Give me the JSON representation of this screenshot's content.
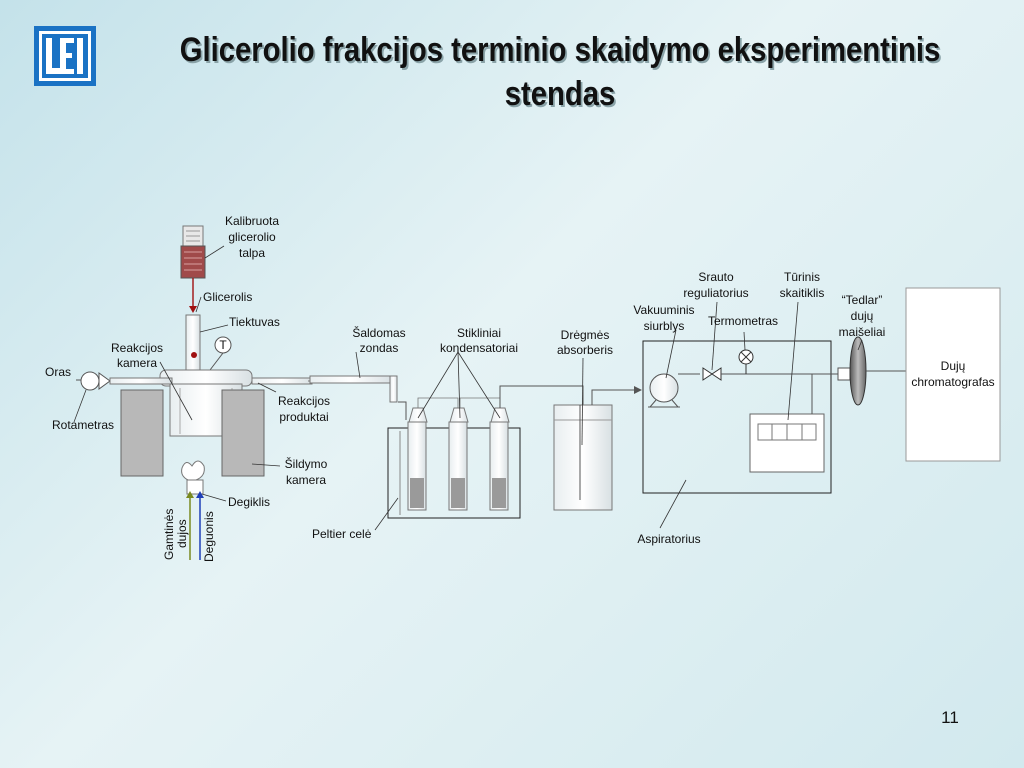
{
  "slide": {
    "title_line1": "Glicerolio frakcijos terminio skaidymo eksperimentinis",
    "title_line2": "stendas",
    "page_number": "11",
    "logo_text": "LEI"
  },
  "labels": {
    "kalibruota_1": "Kalibruota",
    "kalibruota_2": "glicerolio",
    "kalibruota_3": "talpa",
    "glicerolis": "Glicerolis",
    "tiektuvas": "Tiektuvas",
    "reakcijos_kamera_1": "Reakcijos",
    "reakcijos_kamera_2": "kamera",
    "temp_sensor": "T",
    "oras": "Oras",
    "rotametras": "Rotametras",
    "reakcijos_produktai_1": "Reakcijos",
    "reakcijos_produktai_2": "produktai",
    "sildymo_kamera_1": "Šildymo",
    "sildymo_kamera_2": "kamera",
    "degiklis": "Degiklis",
    "gamtines_1": "Gamtinės",
    "gamtines_2": "dujos",
    "deguonis": "Deguonis",
    "saldomas_1": "Šaldomas",
    "saldomas_2": "zondas",
    "stikliniai_1": "Stikliniai",
    "stikliniai_2": "kondensatoriai",
    "dregmes_1": "Drėgmės",
    "dregmes_2": "absorberis",
    "peltier": "Peltier celė",
    "vakuuminis_1": "Vakuuminis",
    "vakuuminis_2": "siurblys",
    "srauto_1": "Srauto",
    "srauto_2": "reguliatorius",
    "termometras": "Termometras",
    "turinis_1": "Tūrinis",
    "turinis_2": "skaitiklis",
    "tedlar_1": "“Tedlar”",
    "tedlar_2": "dujų",
    "tedlar_3": "maišeliai",
    "aspiratorius": "Aspiratorius",
    "duju_1": "Dujų",
    "duju_2": "chromatografas"
  },
  "colors": {
    "logo_blue": "#1a72c4",
    "tank_fill": "#a04a4a",
    "heater_gray": "#b8b8b8",
    "condensate_gray": "#9a9a9a",
    "glycerol_line": "#a01010",
    "oxygen_line": "#1f3fb8",
    "gas_line": "#7a8a20"
  }
}
